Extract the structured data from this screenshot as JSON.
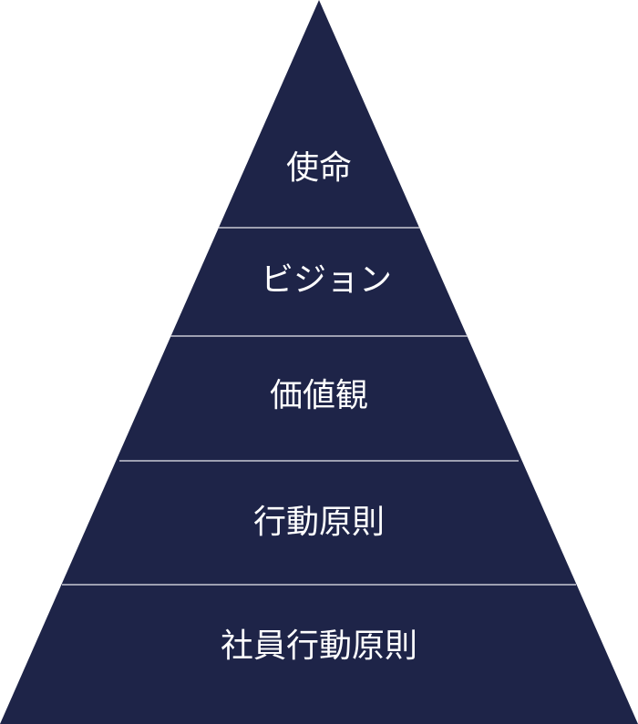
{
  "pyramid": {
    "fill_color": "#1e2448",
    "divider_color": "#c9c9d4",
    "background_color": "#ffffff",
    "layers": [
      {
        "label": "使命"
      },
      {
        "label": "ビジョン"
      },
      {
        "label": "価値観"
      },
      {
        "label": "行動原則"
      },
      {
        "label": "社員行動原則"
      }
    ]
  }
}
